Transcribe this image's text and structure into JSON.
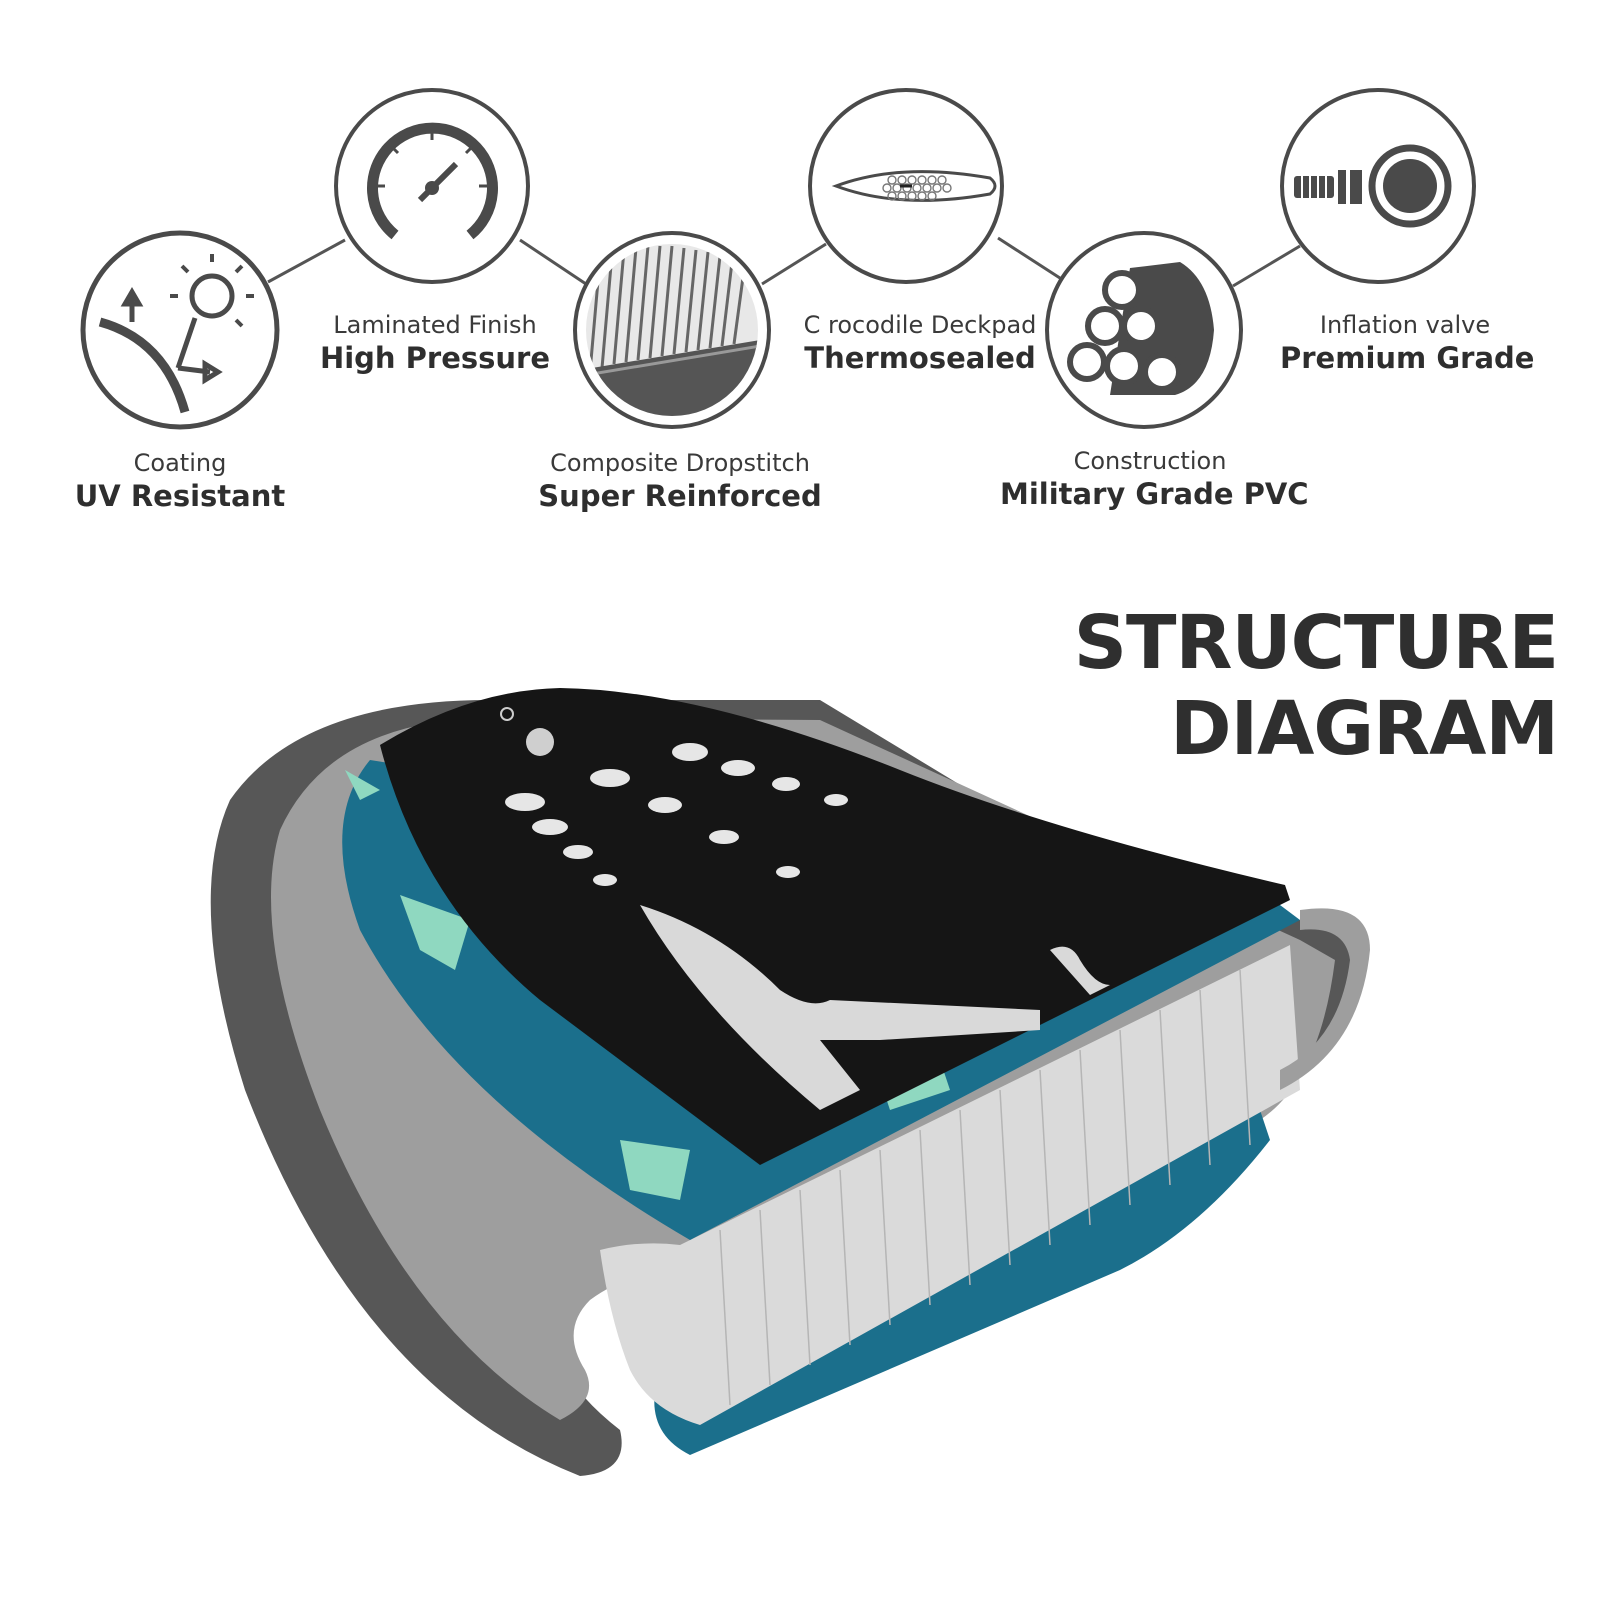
{
  "title": "STRUCTURE DIAGRAM",
  "features": [
    {
      "small": "Coating",
      "big": "UV Resistant",
      "icon": "sun-uv-icon"
    },
    {
      "small": "Laminated Finish",
      "big": "High Pressure",
      "icon": "pressure-gauge-icon"
    },
    {
      "small": "Composite Dropstitch",
      "big": "Super Reinforced",
      "icon": "dropstitch-icon"
    },
    {
      "small": "C rocodile Deckpad",
      "big": "Thermosealed",
      "icon": "deckpad-board-icon"
    },
    {
      "small": "Construction",
      "big": "Military Grade PVC",
      "icon": "pvc-tubes-icon"
    },
    {
      "small": "Inflation valve",
      "big": "Premium Grade",
      "icon": "inflation-valve-icon"
    }
  ],
  "colors": {
    "icon_stroke": "#4a4a4a",
    "outer_shell": "#555555",
    "inner_shell": "#9a9a9a",
    "deckpad": "#151515",
    "board_print": "#1b6f8c",
    "print_accent": "#8fd8c0",
    "dropstitch": "#d8d8d8"
  }
}
